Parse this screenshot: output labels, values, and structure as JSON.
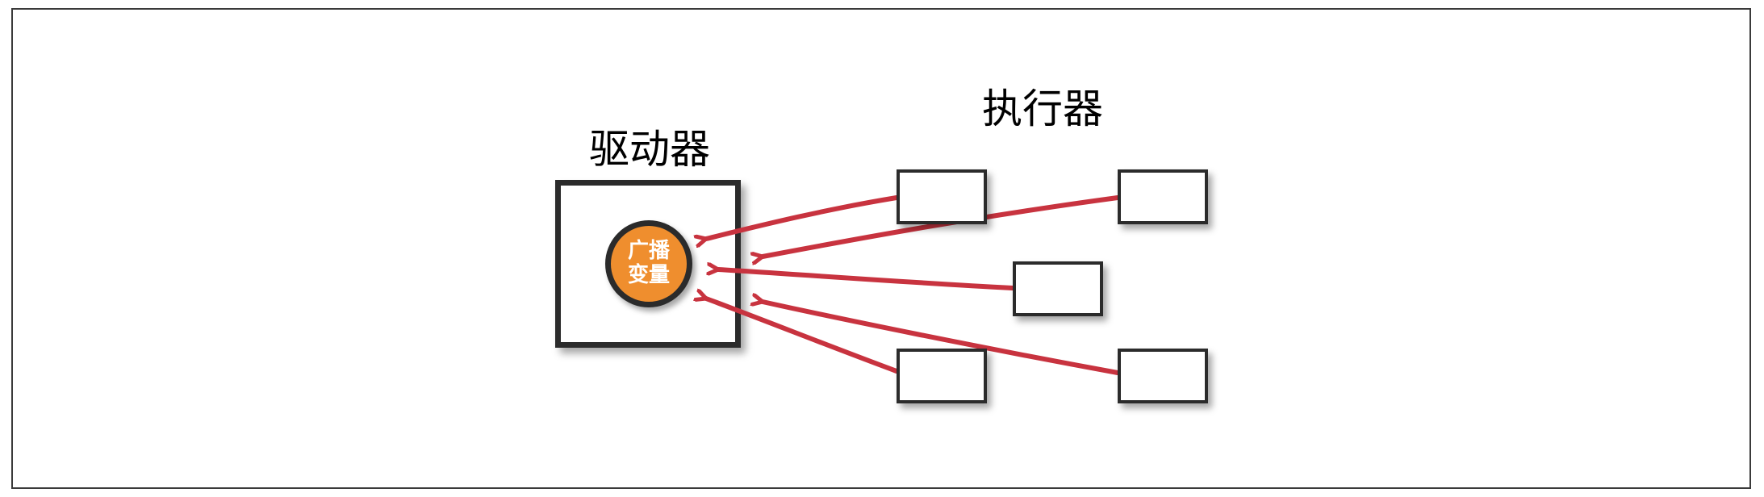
{
  "driver": {
    "title": "驱动器",
    "broadcast_line1": "广播",
    "broadcast_line2": "变量"
  },
  "executors": {
    "title": "执行器",
    "count": 5
  },
  "colors": {
    "arrow": "#c8333f",
    "broadcast_fill": "#ef8e2e",
    "outline": "#2b2b2b"
  },
  "icons": [
    "arrow-icon"
  ]
}
